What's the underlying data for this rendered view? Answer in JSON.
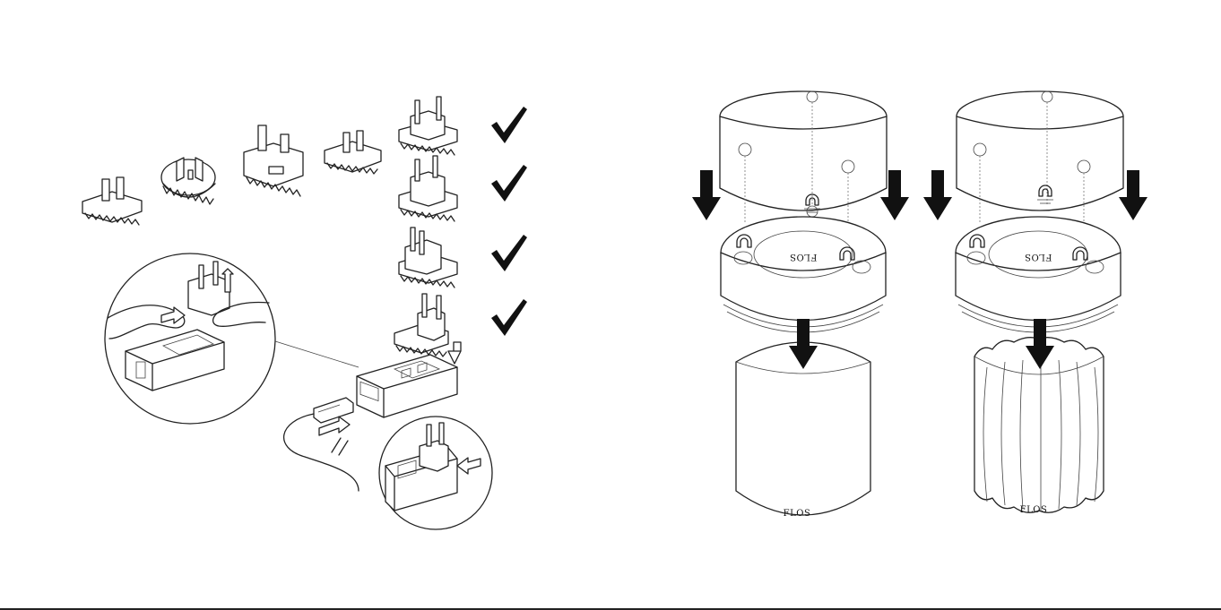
{
  "left_page": {
    "plug_adapters": [
      "adapter-us",
      "adapter-au",
      "adapter-uk",
      "adapter-jp",
      "adapter-eu"
    ],
    "approved_adapters": [
      "adapter-eu-1",
      "adapter-eu-2",
      "adapter-eu-3",
      "adapter-eu-4"
    ],
    "icons": [
      "checkmark-icon",
      "arrow-icon",
      "usb-cable-icon",
      "charger-icon"
    ]
  },
  "right_page": {
    "assemblies": [
      {
        "name": "shade-on-smooth-base",
        "base_label": "FLOS"
      },
      {
        "name": "shade-on-fluted-base",
        "base_label": "FLOS"
      }
    ],
    "module_label": "FLOS",
    "icons": [
      "magnet-icon",
      "down-arrow-icon"
    ]
  },
  "colors": {
    "line": "#222222",
    "background": "#ffffff",
    "arrow": "#111111"
  }
}
